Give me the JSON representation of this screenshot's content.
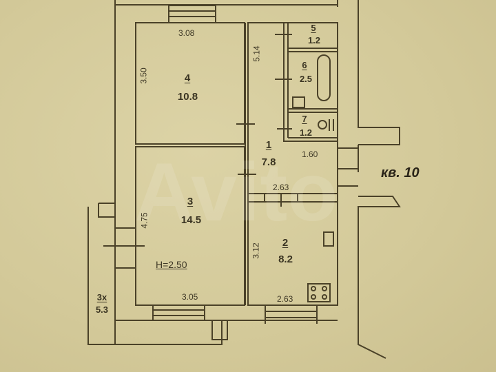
{
  "plan": {
    "apartment_label": "кв. 10",
    "ceiling_height": "H=2.50",
    "watermark": "Avito",
    "rooms": [
      {
        "id": "4",
        "area": "10.8",
        "width": "3.08",
        "length": "3.50"
      },
      {
        "id": "3",
        "area": "14.5",
        "width": "3.05",
        "length": "4.75"
      },
      {
        "id": "1",
        "area": "7.8",
        "width": "1.60",
        "length": "5.14"
      },
      {
        "id": "2",
        "area": "8.2",
        "width": "2.63",
        "length": "3.12"
      },
      {
        "id": "5",
        "area": "1.2"
      },
      {
        "id": "6",
        "area": "2.5"
      },
      {
        "id": "7",
        "area": "1.2"
      },
      {
        "id": "3х",
        "area": "5.3"
      }
    ],
    "dimensions": {
      "room4_width": "3.08",
      "room4_length": "3.50",
      "hall_length": "5.14",
      "hall_width": "1.60",
      "kitchen_top": "2.63",
      "kitchen_bottom": "2.63",
      "kitchen_length": "3.12",
      "room3_length": "4.75",
      "room3_width": "3.05"
    },
    "colors": {
      "paper": "#d6cc9e",
      "ink": "#4a4128"
    }
  }
}
